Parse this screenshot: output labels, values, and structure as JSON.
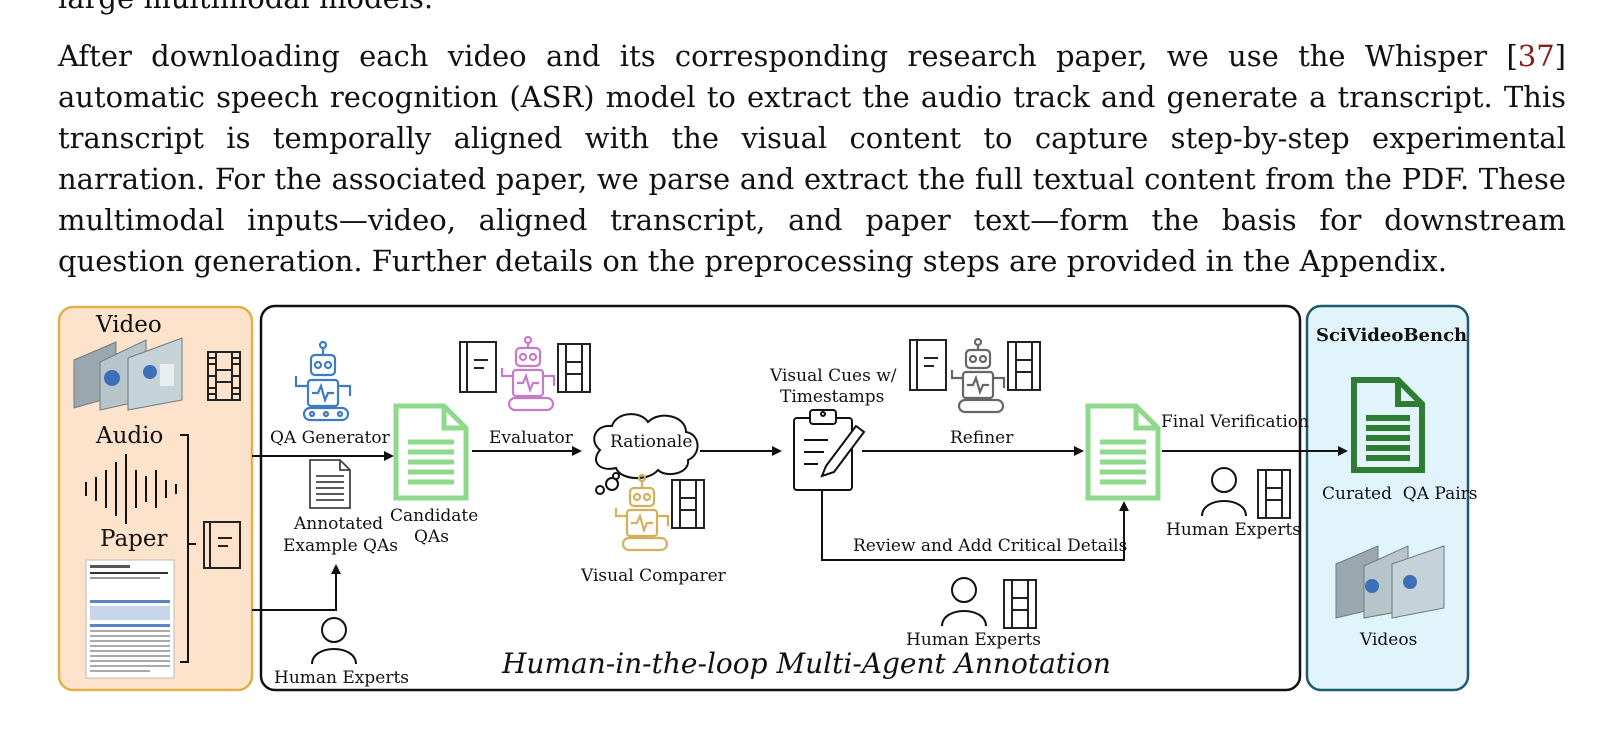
{
  "text": {
    "previous_line": "large multimodal models.",
    "paragraph_before_cite": "After downloading each video and its corresponding research paper, we use the Whisper [",
    "cite": "37",
    "paragraph_after_cite": "] automatic speech recognition (ASR) model to extract the audio track and generate a transcript. This transcript is temporally aligned with the visual content to capture step-by-step experimental narration. For the associated paper, we parse and extract the full textual content from the PDF. These multimodal inputs—video, aligned transcript, and paper text—form the basis for downstream question generation. Further details on the preprocessing steps are provided in the Appendix."
  },
  "figure": {
    "inputs": {
      "video": "Video",
      "audio": "Audio",
      "paper": "Paper"
    },
    "pipeline": {
      "qa_generator": "QA Generator",
      "annotated_line1": "Annotated",
      "annotated_line2": "Example QAs",
      "candidate_line1": "Candidate",
      "candidate_line2": "QAs",
      "evaluator": "Evaluator",
      "rationale": "Rationale",
      "visual_comparer": "Visual Comparer",
      "visual_cues_line1": "Visual Cues w/",
      "visual_cues_line2": "Timestamps",
      "refiner": "Refiner",
      "review": "Review and Add Critical Details",
      "human_experts_bottom_left": "Human Experts",
      "human_experts_center": "Human Experts",
      "human_experts_right": "Human Experts",
      "final_verification": "Final Verification",
      "title": "Human-in-the-loop Multi-Agent Annotation"
    },
    "output": {
      "name": "SciVideoBench",
      "curated": "Curated  QA Pairs",
      "videos": "Videos"
    },
    "colors": {
      "input_panel_fill": "#fde3cb",
      "input_panel_border": "#e0b04a",
      "output_panel_fill": "#e1f3fb",
      "output_panel_border": "#1e5a6e",
      "doc_green": "#8fd98c",
      "doc_dark_green": "#2e7d32",
      "robot_blue": "#3e7cc1",
      "robot_pink": "#c77ac8",
      "robot_gold": "#d4b05c",
      "robot_gray": "#666666"
    }
  }
}
